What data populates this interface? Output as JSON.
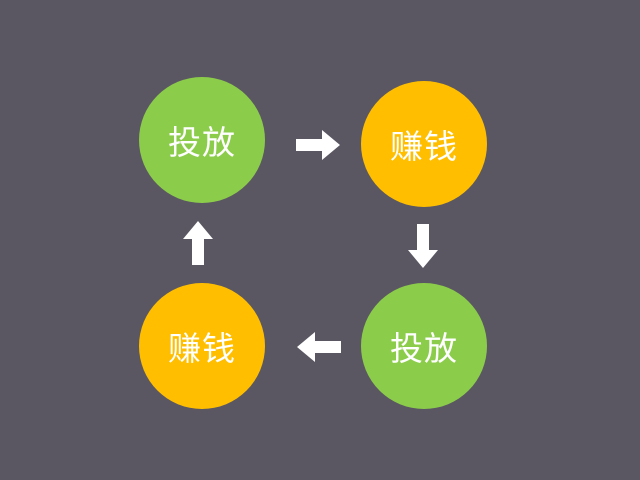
{
  "diagram": {
    "nodes": [
      {
        "label": "投放",
        "color": "#8ccc4b"
      },
      {
        "label": "赚钱",
        "color": "#ffbf00"
      },
      {
        "label": "投放",
        "color": "#8ccc4b"
      },
      {
        "label": "赚钱",
        "color": "#ffbf00"
      }
    ],
    "arrows": [
      {
        "from": 0,
        "to": 1,
        "icon": "arrow-right-icon"
      },
      {
        "from": 1,
        "to": 2,
        "icon": "arrow-down-icon"
      },
      {
        "from": 2,
        "to": 3,
        "icon": "arrow-left-icon"
      },
      {
        "from": 3,
        "to": 0,
        "icon": "arrow-up-icon"
      }
    ],
    "background": "#5a5762",
    "arrow_color": "#ffffff"
  }
}
